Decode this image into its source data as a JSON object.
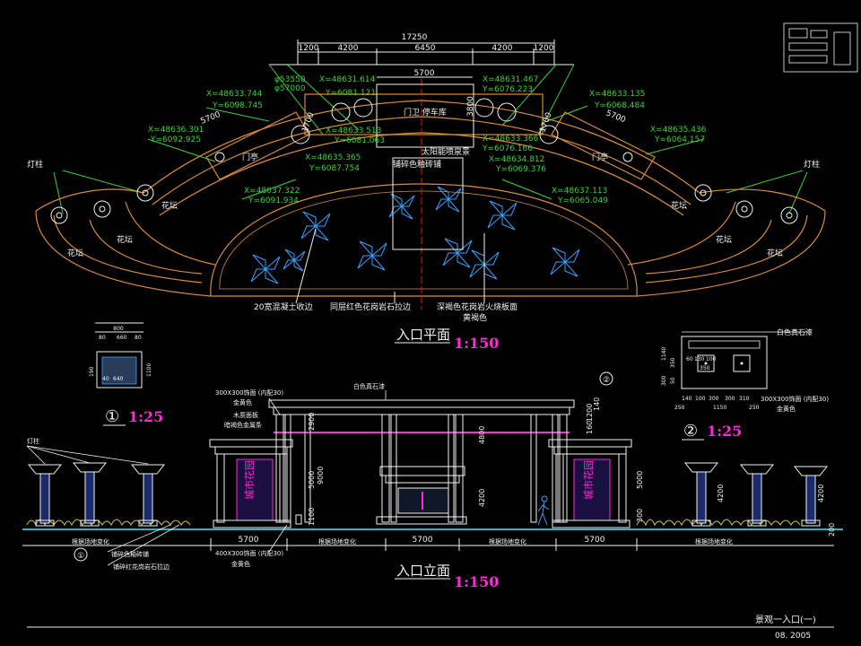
{
  "colors": {
    "background": "#000000",
    "green": "#39d23c",
    "white": "#f2f2f2",
    "yellow": "#d8c04a",
    "magenta": "#ff2bd6",
    "blue": "#3aa0ff",
    "orange": "#d98c3a",
    "cyan": "#28b4c8",
    "red": "#cc2222"
  },
  "plan": {
    "dims_top": [
      "17250"
    ],
    "dims_row": [
      "1200",
      "4200",
      "6450",
      "4200",
      "1200"
    ],
    "dim_5700_top": "5700",
    "dim_5700_left": "5700",
    "dim_5700_right": "5700",
    "dim_3800": "3800",
    "dim_1700_left": "1700",
    "dim_1700_right": "1700",
    "dia_1": "φ53550",
    "dia_2": "φ57000",
    "coords": [
      "X=48633.744",
      "Y=6098.745",
      "X=48631.614",
      "Y=6081.121",
      "X=48631.467",
      "Y=6076.223",
      "X=48633.135",
      "Y=6068.484",
      "X=48636.301",
      "Y=6092.925",
      "X=48633.513",
      "Y=6081.063",
      "X=48635.436",
      "Y=6064.157",
      "X=48635.365",
      "Y=6087.754",
      "X=48633.366",
      "Y=6076.166",
      "X=48634.812",
      "Y=6069.376",
      "X=48637.322",
      "Y=6091.934",
      "X=48637.113",
      "Y=6065.049"
    ],
    "labels": {
      "gate_house": "门卫",
      "gate_main": "门卫 停车库",
      "paving": "铺碎色釉砖铺",
      "center": "太阳能喷泉景",
      "ting_l": "门亭",
      "ting_r": "门亭",
      "lamp_l": "灯柱",
      "lamp_r": "灯柱",
      "flower_1": "花坛",
      "flower_2": "花坛",
      "flower_3": "花坛",
      "flower_4": "花坛",
      "flower_5": "花坛",
      "flower_6": "花坛",
      "callout_1": "20宽混凝土收边",
      "callout_2": "同层红色花岗岩石拉边",
      "callout_3": "深褐色花岗岩火烧板面",
      "callout_3b": "黄褐色"
    },
    "title": "入口平面",
    "scale": "1:150"
  },
  "detail1": {
    "dims": [
      "800",
      "80",
      "660",
      "80",
      "640",
      "40"
    ],
    "side": [
      "190",
      "1100"
    ],
    "label": "①",
    "scale": "1:25"
  },
  "detail2": {
    "label": "②",
    "scale": "1:25",
    "note_top": "白色真石漆",
    "note_bottom": "300X300饰面 (内配30)",
    "note_bottom2": "金黄色",
    "dims_h": [
      "140",
      "100",
      "300",
      "300",
      "310"
    ],
    "dims_h2": [
      "250",
      "1150",
      "250"
    ],
    "dims_v": [
      "1140",
      "350",
      "50",
      "300"
    ],
    "dims_inner": [
      "60",
      "130",
      "100",
      "350"
    ]
  },
  "elevation": {
    "title": "入口立面",
    "scale": "1:150",
    "dims_bottom": [
      "5700",
      "5700",
      "5700"
    ],
    "dims_v": [
      "2900",
      "9000",
      "5000",
      "1100",
      "4800",
      "4200",
      "5000",
      "160",
      "1200",
      "140",
      "4200",
      "4200",
      "200",
      "300"
    ],
    "notes": {
      "top_left": "300X300饰面 (内配30)",
      "top_left2": "金黄色",
      "mid_left": "木质面板",
      "mid_left2": "暗褐色金属条",
      "white_stone": "白色真石漆",
      "lamp": "灯柱",
      "bottom_1": "铺碎色釉砖铺",
      "bottom_2": "铺碎红花岗岩石拉边",
      "bottom_3": "400X300饰面 (内配30)",
      "bottom_4": "金黄色",
      "ground_1": "根据场地变化",
      "ground_2": "根据场地变化",
      "ground_3": "根据场地变化",
      "ground_4": "根据场地变化",
      "sign_left": "城市花园",
      "sign_right": "城市花园",
      "ref_1": "①",
      "ref_2": "②"
    }
  },
  "titleblock": {
    "title": "景观一入口(一)",
    "date": "08. 2005"
  }
}
